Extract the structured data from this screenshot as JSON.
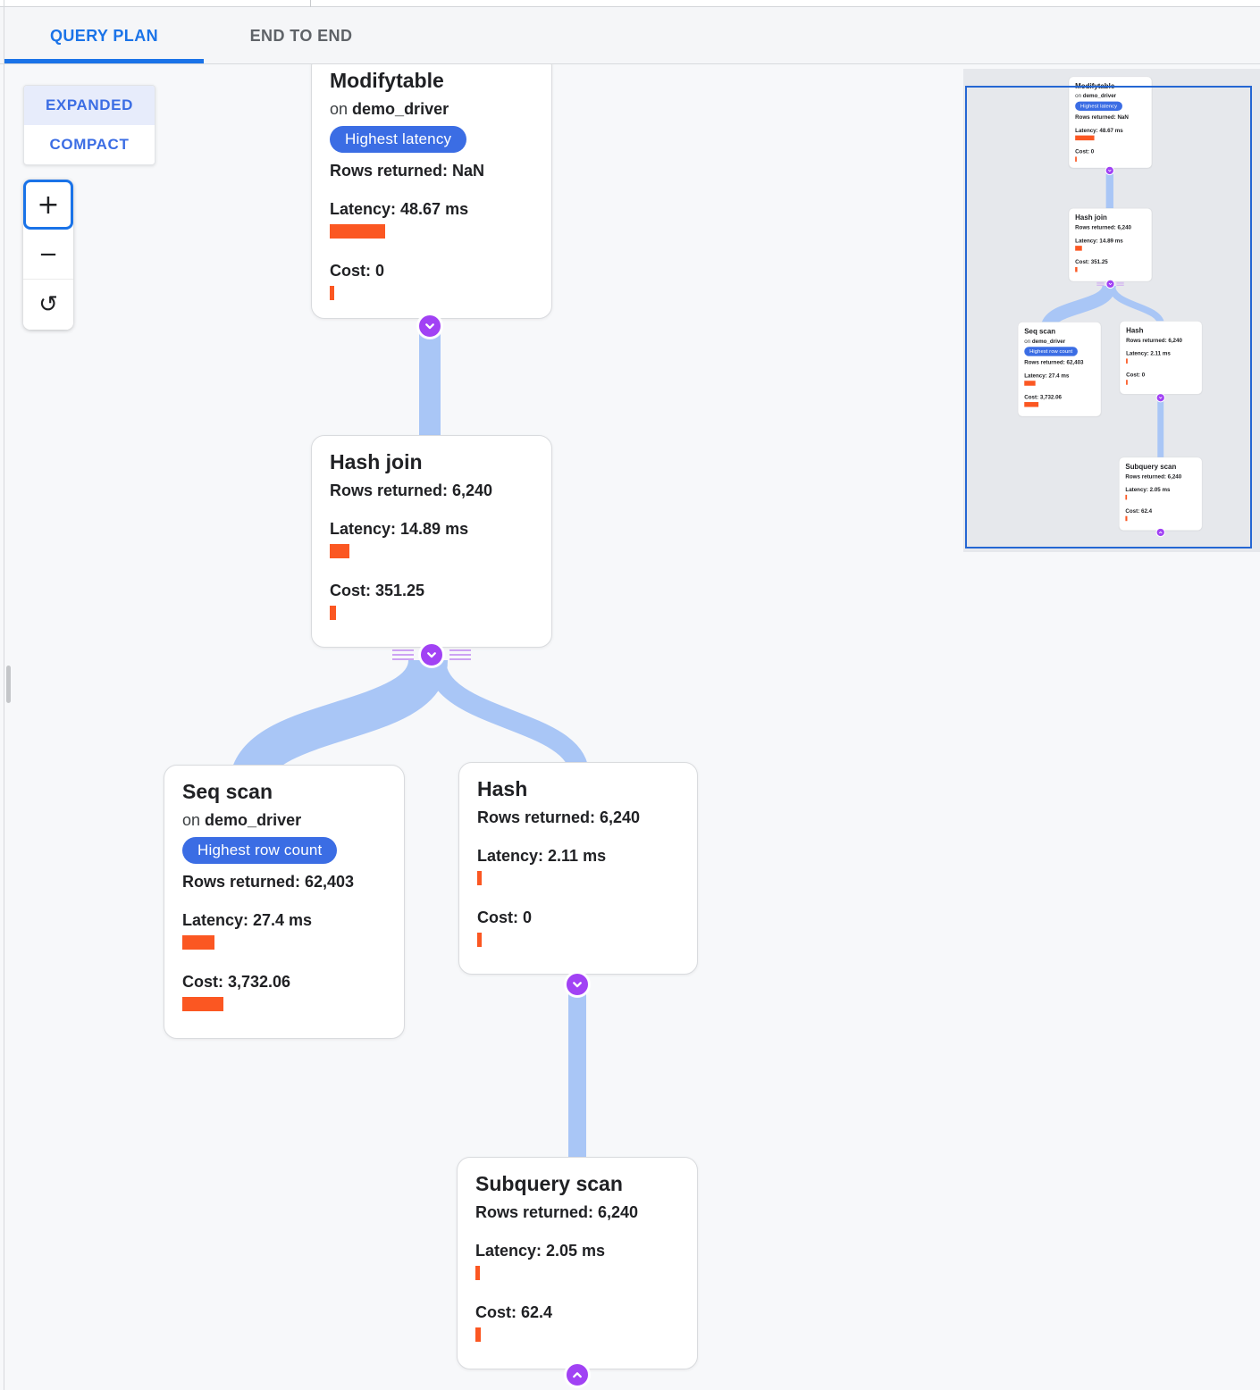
{
  "tabs": {
    "query_plan": "QUERY PLAN",
    "end_to_end": "END TO END"
  },
  "controls": {
    "expanded": "EXPANDED",
    "compact": "COMPACT",
    "zoom_in": "+",
    "zoom_out": "−",
    "reset": "↺"
  },
  "colors": {
    "accent_blue": "#1a73e8",
    "badge_blue": "#3b6de4",
    "bar_orange": "#fb5722",
    "edge_blue": "#a9c6f6",
    "connector_purple": "#a142f4",
    "connector_line_purple": "#cda2f3",
    "minimap_viewport_blue": "#2567d3"
  },
  "nodes": {
    "modifytable": {
      "title": "Modifytable",
      "on": "on",
      "table": "demo_driver",
      "badge": "Highest latency",
      "rows": "Rows returned: NaN",
      "latency": "Latency: 48.67 ms",
      "latency_bar": "62px",
      "cost": "Cost: 0",
      "cost_bar": "5px"
    },
    "hash_join": {
      "title": "Hash join",
      "rows": "Rows returned: 6,240",
      "latency": "Latency: 14.89 ms",
      "latency_bar": "22px",
      "cost": "Cost: 351.25",
      "cost_bar": "7px"
    },
    "seq_scan": {
      "title": "Seq scan",
      "on": "on",
      "table": "demo_driver",
      "badge": "Highest row count",
      "rows": "Rows returned: 62,403",
      "latency": "Latency: 27.4 ms",
      "latency_bar": "36px",
      "cost": "Cost: 3,732.06",
      "cost_bar": "46px"
    },
    "hash": {
      "title": "Hash",
      "rows": "Rows returned: 6,240",
      "latency": "Latency: 2.11 ms",
      "latency_bar": "5px",
      "cost": "Cost: 0",
      "cost_bar": "5px"
    },
    "subquery_scan": {
      "title": "Subquery scan",
      "rows": "Rows returned: 6,240",
      "latency": "Latency: 2.05 ms",
      "latency_bar": "5px",
      "cost": "Cost: 62.4",
      "cost_bar": "6px"
    }
  }
}
